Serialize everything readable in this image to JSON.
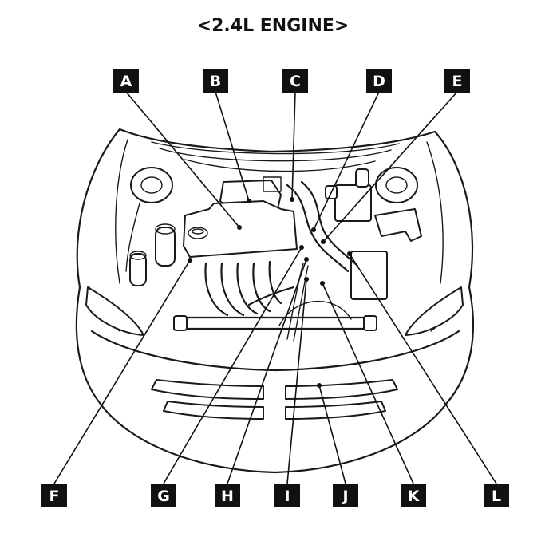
{
  "title": "<2.4L ENGINE>",
  "callouts_top": [
    "A",
    "B",
    "C",
    "D",
    "E"
  ],
  "callouts_bottom": [
    "F",
    "G",
    "H",
    "I",
    "J",
    "K",
    "L"
  ]
}
